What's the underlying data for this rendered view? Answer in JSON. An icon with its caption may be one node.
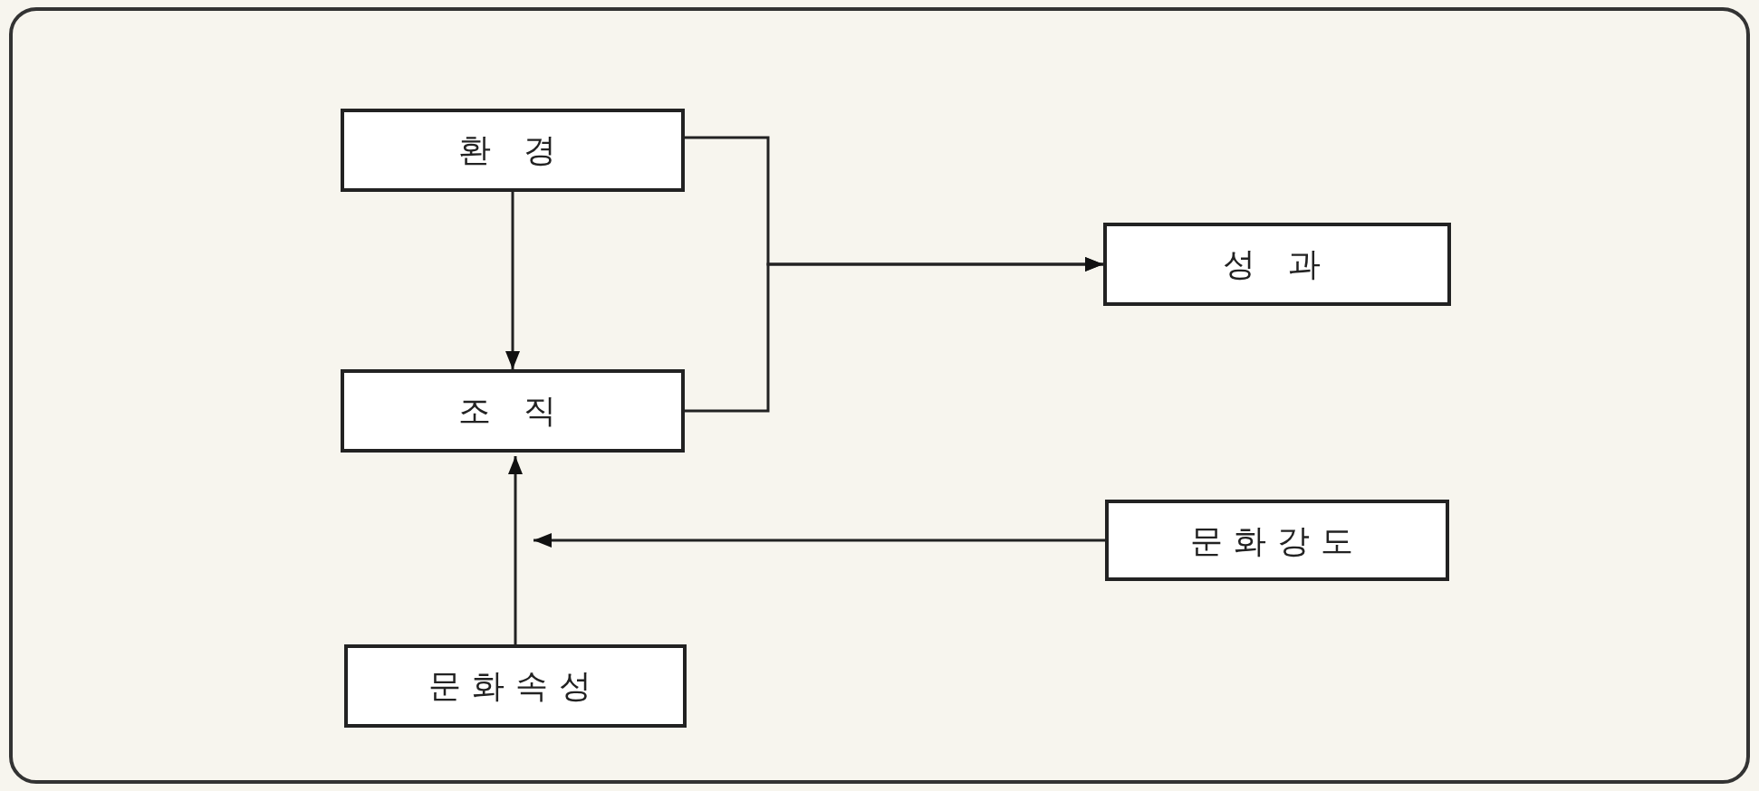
{
  "diagram": {
    "nodes": [
      {
        "text": [
          "환 경"
        ]
      },
      {
        "text": [
          "성 과"
        ]
      },
      {
        "text": [
          "조 직"
        ]
      },
      {
        "text": [
          "문화강도"
        ]
      },
      {
        "text": [
          "문화속성"
        ]
      }
    ],
    "edges": [
      {
        "from": 0,
        "to": 2,
        "arrow": "to"
      },
      {
        "from": 0,
        "to": 1,
        "arrow": "to"
      },
      {
        "from": 2,
        "to": 1,
        "arrow": "to"
      },
      {
        "from": 4,
        "to": 2,
        "arrow": "to"
      },
      {
        "from": 3,
        "to": null,
        "arrow": "to"
      }
    ]
  }
}
